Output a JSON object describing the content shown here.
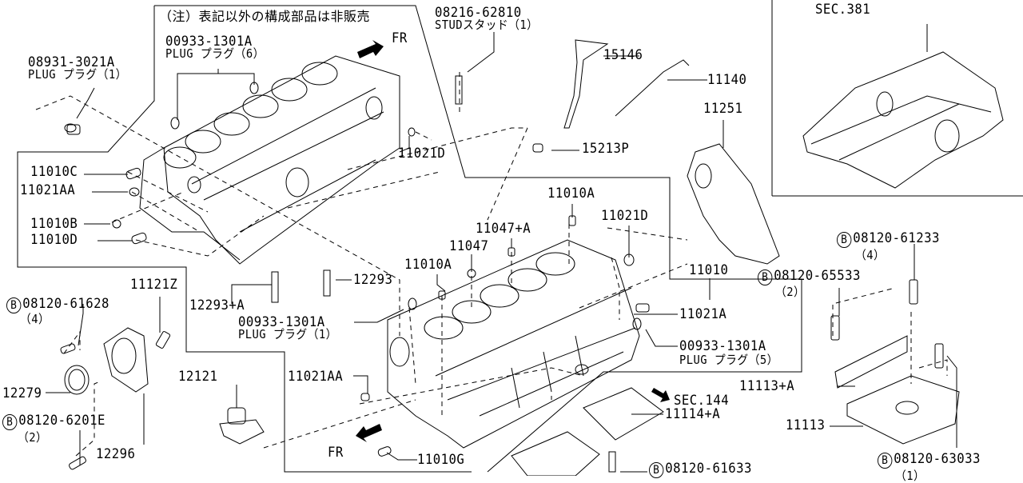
{
  "note": "（注）表記以外の構成部品は非販売",
  "arrows": {
    "fr_top": "FR",
    "fr_bottom": "FR"
  },
  "parts": {
    "p08931": {
      "number": "08931-3021A",
      "desc": "PLUG プラグ（1）"
    },
    "p00933_6": {
      "number": "00933-1301A",
      "desc": "PLUG プラグ（6）"
    },
    "p08216": {
      "number": "08216-62810",
      "desc": "STUDスタッド（1）"
    },
    "p15146": {
      "number": "15146"
    },
    "p11140": {
      "number": "11140"
    },
    "p11251": {
      "number": "11251"
    },
    "p15213P": {
      "number": "15213P"
    },
    "p11021D_top": {
      "number": "11021D"
    },
    "p11010C": {
      "number": "11010C"
    },
    "p11021AA_left": {
      "number": "11021AA"
    },
    "p11010B": {
      "number": "11010B"
    },
    "p11010D": {
      "number": "11010D"
    },
    "p11010A_top": {
      "number": "11010A"
    },
    "p11047A": {
      "number": "11047+A"
    },
    "p11021D_mid": {
      "number": "11021D"
    },
    "p11047": {
      "number": "11047"
    },
    "p11010A_mid": {
      "number": "11010A"
    },
    "p12293": {
      "number": "12293"
    },
    "p12293A": {
      "number": "12293+A"
    },
    "p11010": {
      "number": "11010"
    },
    "p00933_1": {
      "number": "00933-1301A",
      "desc": "PLUG プラグ（1）"
    },
    "p11021A": {
      "number": "11021A"
    },
    "p00933_5": {
      "number": "00933-1301A",
      "desc": "PLUG プラグ（5）"
    },
    "p11121Z": {
      "number": "11121Z"
    },
    "p08120_61628": {
      "badge": "B",
      "number": "08120-61628",
      "qty": "（4）"
    },
    "p12279": {
      "number": "12279"
    },
    "p08120_6201E": {
      "badge": "B",
      "number": "08120-6201E",
      "qty": "（2）"
    },
    "p12296": {
      "number": "12296"
    },
    "p12121": {
      "number": "12121"
    },
    "p11021AA_bottom": {
      "number": "11021AA"
    },
    "p11010G": {
      "number": "11010G"
    },
    "sec144": {
      "number": "SEC.144"
    },
    "p11114A": {
      "number": "11114+A"
    },
    "p08120_61633": {
      "badge": "B",
      "number": "08120-61633"
    },
    "sec381": {
      "number": "SEC.381"
    },
    "p08120_61233": {
      "badge": "B",
      "number": "08120-61233",
      "qty": "（4）"
    },
    "p08120_65533": {
      "badge": "B",
      "number": "08120-65533",
      "qty": "（2）"
    },
    "p11113A": {
      "number": "11113+A"
    },
    "p11113": {
      "number": "11113"
    },
    "p08120_63033": {
      "badge": "B",
      "number": "08120-63033",
      "qty": "（1）"
    }
  }
}
